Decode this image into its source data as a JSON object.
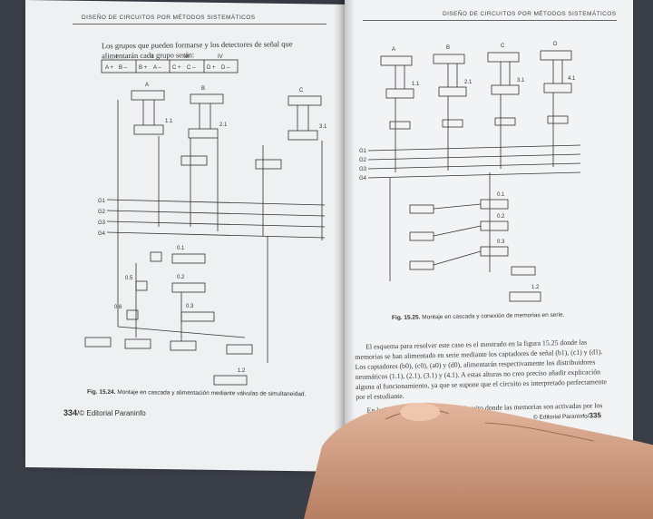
{
  "left_page": {
    "header": "DISEÑO DE CIRCUITOS POR MÉTODOS SISTEMÁTICOS",
    "intro": "Los grupos que pueden formarse y los detectores de señal que alimentarán cada grupo serán:",
    "sequence_top": [
      "A +",
      "B –",
      "B +",
      "A –",
      "C +",
      "C –",
      "D +",
      "D –"
    ],
    "sequence_groups": [
      "I",
      "II",
      "III",
      "IV"
    ],
    "cylinder_labels": [
      "A",
      "B",
      "C"
    ],
    "valve_labels": [
      "1.1",
      "2.1",
      "3.1",
      "0.1",
      "0.2",
      "0.3",
      "0.5",
      "0.6",
      "1.2"
    ],
    "line_labels": [
      "G1",
      "G2",
      "G3",
      "G4"
    ],
    "caption_fig": "Fig. 15.24.",
    "caption_text": "Montaje en cascada y alimentación mediante válvulas de simultaneidad.",
    "folio_number": "334",
    "folio_publisher": "/© Editorial Paraninfo"
  },
  "right_page": {
    "header": "DISEÑO DE CIRCUITOS POR MÉTODOS SISTEMÁTICOS",
    "cylinder_labels": [
      "A",
      "B",
      "C",
      "D"
    ],
    "valve_labels": [
      "1.1",
      "2.1",
      "3.1",
      "4.1",
      "0.1",
      "0.2",
      "0.3",
      "1.2"
    ],
    "line_labels": [
      "G1",
      "G2",
      "G3",
      "G4"
    ],
    "caption_fig": "Fig. 15.25.",
    "caption_text": "Montaje en cascada y conexión de memorias en serie.",
    "paragraph_1": "El esquema para resolver este caso es el mostrado en la figura 15.25 donde las memorias se han alimentado en serie mediante los captadores de señal (b1), (c1) y (d1). Los captadores (b0), (c0), (a0) y (d0), alimentarán respectivamente los distribuidores neumáticos (1.1), (2.1), (3.1) y (4.1). A estas alturas no creo preciso añadir explicación alguna al funcionamiento, ya que se supone que el circuito es interpretado perfectamente por el estudiante.",
    "paragraph_2": "En la figura se muestra el mismo circuito donde las memorias son activadas por los captadores anteriores y por válvulas de simultaneidad.",
    "folio_publisher": "© Editorial Paraninfo/",
    "folio_number": "335"
  },
  "colors": {
    "page": "#eef0f1",
    "ink": "#333333",
    "background": "#3a3e47",
    "skin": "#d9a88c"
  }
}
